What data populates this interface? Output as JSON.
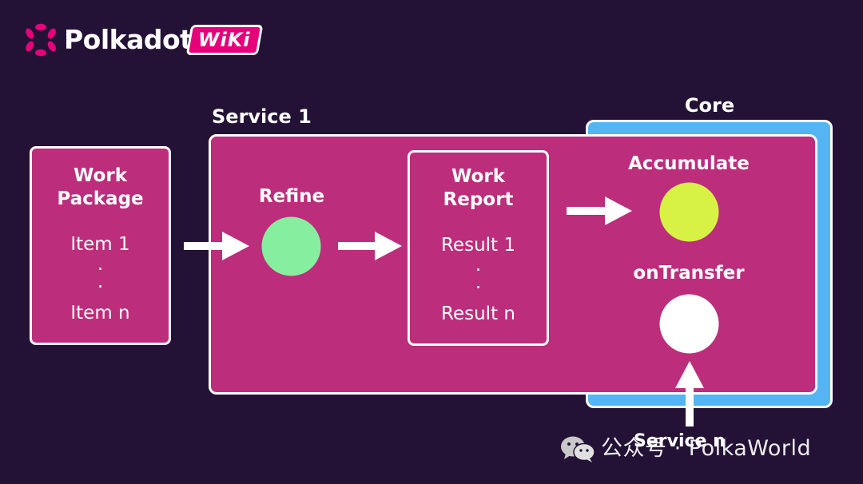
{
  "header": {
    "logo_text": "Polkadot",
    "badge_text": "WiKi"
  },
  "core": {
    "title": "Core"
  },
  "service1": {
    "title": "Service 1"
  },
  "work_package": {
    "title_line1": "Work",
    "title_line2": "Package",
    "item_first": "Item 1",
    "dot1": ".",
    "dot2": ".",
    "item_last": "Item n"
  },
  "refine": {
    "label": "Refine"
  },
  "work_report": {
    "title_line1": "Work",
    "title_line2": "Report",
    "result_first": "Result 1",
    "dot1": ".",
    "dot2": ".",
    "result_last": "Result n"
  },
  "accumulate": {
    "label": "Accumulate"
  },
  "on_transfer": {
    "label": "onTransfer"
  },
  "service_n": {
    "label": "Service n"
  },
  "watermark": {
    "text": "公众号 · PolkaWorld"
  },
  "colors": {
    "background": "#241236",
    "service_box": "#bc2d7b",
    "core_box": "#55b4f2",
    "brand_pink": "#e6007a",
    "refine_dot": "#86ef9f",
    "accumulate_dot": "#d8f145",
    "on_transfer_dot": "#ffffff"
  }
}
